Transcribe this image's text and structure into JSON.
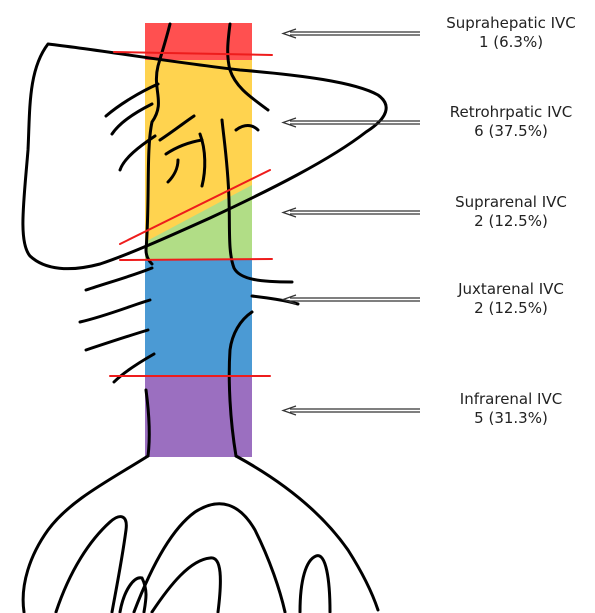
{
  "segments": [
    {
      "name": "Suprahepatic IVC",
      "count": "1 (6.3%)",
      "color": "#ff5050"
    },
    {
      "name": "Retrohrpatic IVC",
      "count": "6 (37.5%)",
      "color": "#ffd34f"
    },
    {
      "name": "Suprarenal IVC",
      "count": "2 (12.5%)",
      "color": "#b1dd86"
    },
    {
      "name": "Juxtarenal IVC",
      "count": "2 (12.5%)",
      "color": "#4b9ad4"
    },
    {
      "name": "Infrarenal IVC",
      "count": "5 (31.3%)",
      "color": "#9b6fc0"
    }
  ],
  "colors": {
    "divider": "#ee1c1c",
    "outline": "#000000",
    "arrow": "#333333"
  }
}
